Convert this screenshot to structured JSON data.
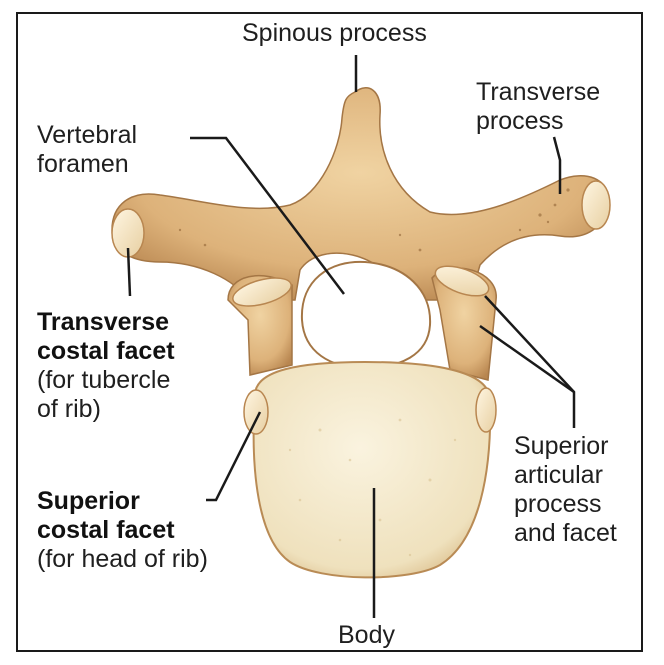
{
  "labels": {
    "spinous": "Spinous process",
    "transverse": [
      "Transverse",
      "process"
    ],
    "vertebral_foramen": [
      "Vertebral",
      "foramen"
    ],
    "transverse_costal": {
      "bold": [
        "Transverse",
        "costal facet"
      ],
      "note": [
        "(for tubercle",
        "of rib)"
      ]
    },
    "superior_costal": {
      "bold": [
        "Superior",
        "costal facet"
      ],
      "note": [
        "(for head of rib)"
      ]
    },
    "superior_articular": [
      "Superior",
      "articular",
      "process",
      "and facet"
    ],
    "body": "Body"
  },
  "colors": {
    "bone": "#e6c089",
    "bone_shadow": "#b88650",
    "body_fill": "#f5ecd2",
    "facet": "#f3e6c8",
    "leader": "#1a1a1a"
  }
}
